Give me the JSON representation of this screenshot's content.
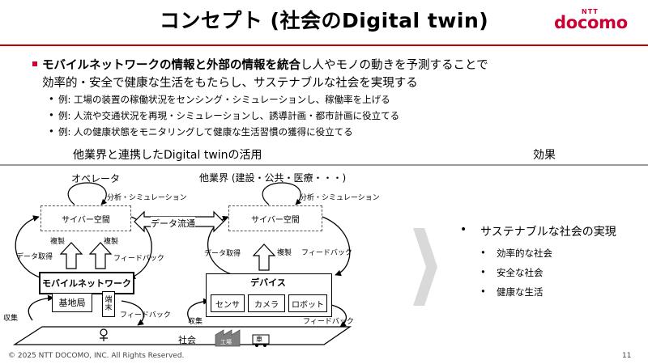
{
  "header": {
    "title": "コンセプト (社会のDigital twin)",
    "logo_sub": "NTT",
    "logo": "docomo"
  },
  "main": {
    "bullet_bold": "モバイルネットワークの情報と外部の情報を統合",
    "bullet_rest": "し人やモノの動きを予測することで",
    "bullet_line2": "効率的・安全で健康な生活をもたらし、サステナブルな社会を実現する",
    "examples": [
      "例:  工場の装置の稼働状況をセンシング・シミュレーションし、稼働率を上げる",
      "例:  人流や交通状況を再現・シミュレーションし、誘導計画・都市計画に役立てる",
      "例:  人の健康状態をモニタリングして健康な生活習慣の獲得に役立てる"
    ]
  },
  "diagram": {
    "heading": "他業界と連携したDigital twinの活用",
    "operator": "オペレータ",
    "industry": "他業界 (建設・公共・医療・・・)",
    "analysis": "分析・シミュレーション",
    "cyber": "サイバー空間",
    "data_flow": "データ流通",
    "data_acq": "データ取得",
    "copy": "複製",
    "feedback": "フィードバック",
    "mobile_network": "モバイルネットワーク",
    "base_station": "基地局",
    "terminal": "端末",
    "device": "デバイス",
    "sensor": "センサ",
    "camera": "カメラ",
    "robot": "ロボット",
    "collect": "収集",
    "society": "社会",
    "factory": "工場",
    "car": "車"
  },
  "effects": {
    "heading": "効果",
    "main": "サステナブルな社会の実現",
    "items": [
      "効率的な社会",
      "安全な社会",
      "健康な生活"
    ]
  },
  "footer": {
    "copyright": "© 2025 NTT DOCOMO, INC. All Rights Reserved.",
    "page": "11"
  }
}
